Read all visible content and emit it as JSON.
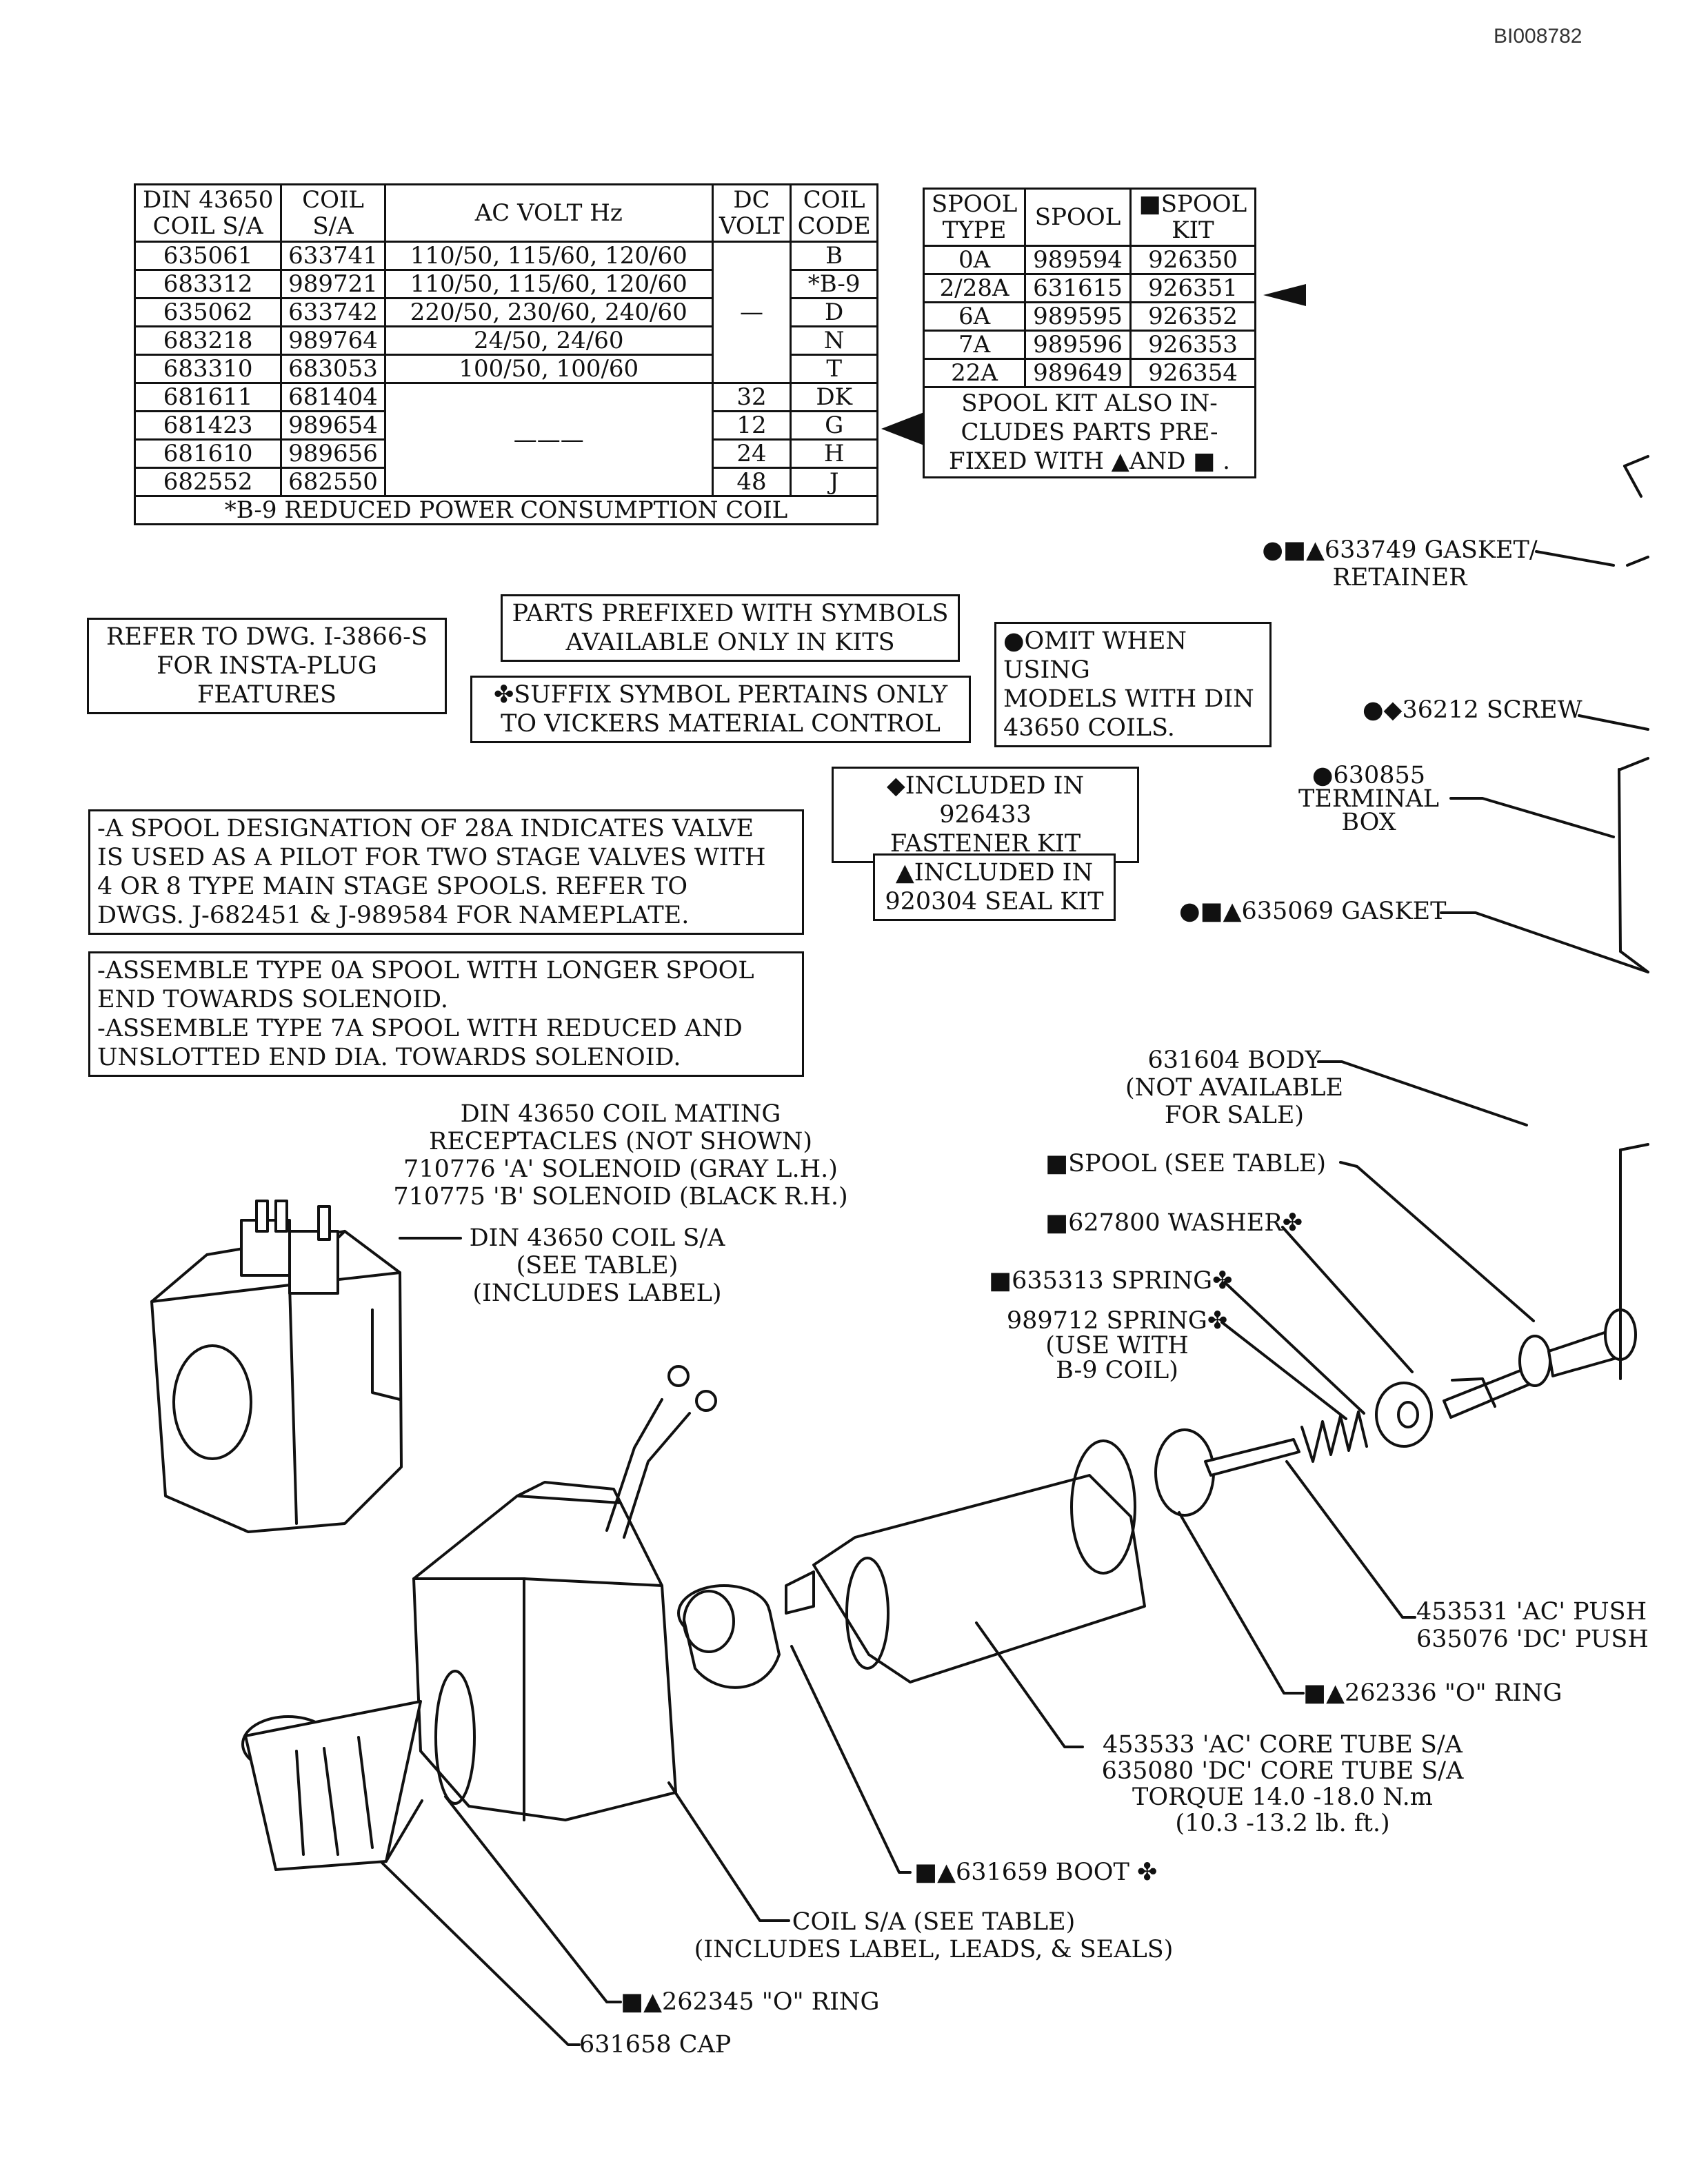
{
  "doc_id": "BI008782",
  "coil_table": {
    "headers": [
      "DIN 43650\nCOIL S/A",
      "COIL\nS/A",
      "AC VOLT Hz",
      "DC\nVOLT",
      "COIL\nCODE"
    ],
    "rows": [
      [
        "635061",
        "633741",
        "110/50, 115/60, 120/60",
        "",
        "B"
      ],
      [
        "683312",
        "989721",
        "110/50, 115/60, 120/60",
        "",
        "*B-9"
      ],
      [
        "635062",
        "633742",
        "220/50, 230/60, 240/60",
        "—",
        "D"
      ],
      [
        "683218",
        "989764",
        "24/50, 24/60",
        "",
        "N"
      ],
      [
        "683310",
        "683053",
        "100/50, 100/60",
        "",
        "T"
      ],
      [
        "681611",
        "681404",
        "",
        "32",
        "DK"
      ],
      [
        "681423",
        "989654",
        "———",
        "12",
        "G"
      ],
      [
        "681610",
        "989656",
        "",
        "24",
        "H"
      ],
      [
        "682552",
        "682550",
        "",
        "48",
        "J"
      ]
    ],
    "footnote": "*B-9 REDUCED POWER CONSUMPTION COIL"
  },
  "spool_table": {
    "headers": [
      "SPOOL\nTYPE",
      "SPOOL",
      "■SPOOL\nKIT"
    ],
    "rows": [
      [
        "0A",
        "989594",
        "926350"
      ],
      [
        "2/28A",
        "631615",
        "926351"
      ],
      [
        "6A",
        "989595",
        "926352"
      ],
      [
        "7A",
        "989596",
        "926353"
      ],
      [
        "22A",
        "989649",
        "926354"
      ]
    ],
    "note": "SPOOL KIT ALSO IN-\nCLUDES PARTS PRE-\nFIXED WITH ▲AND ■ ."
  },
  "notes": {
    "insta_plug": "REFER TO DWG. I-3866-S\nFOR INSTA-PLUG\nFEATURES",
    "kits_only": "PARTS PREFIXED WITH SYMBOLS\nAVAILABLE ONLY IN KITS",
    "suffix": "✤SUFFIX SYMBOL PERTAINS ONLY\nTO VICKERS MATERIAL CONTROL",
    "omit": "●OMIT WHEN USING\nMODELS WITH DIN\n43650 COILS.",
    "fastener_kit": "◆INCLUDED IN 926433\nFASTENER KIT",
    "seal_kit": "▲INCLUDED IN\n920304 SEAL KIT",
    "spool_28a": "-A SPOOL DESIGNATION OF 28A INDICATES VALVE\nIS USED AS A PILOT FOR TWO STAGE VALVES WITH\n4 OR 8 TYPE MAIN STAGE SPOOLS.  REFER TO\nDWGS. J-682451 & J-989584 FOR NAMEPLATE.",
    "assembly": "-ASSEMBLE TYPE 0A SPOOL WITH LONGER SPOOL\nEND TOWARDS SOLENOID.\n-ASSEMBLE TYPE 7A SPOOL WITH REDUCED AND\nUNSLOTTED END DIA. TOWARDS SOLENOID."
  },
  "labels": {
    "gasket_retainer": "●■▲633749 GASKET/\nRETAINER",
    "screw": "●◆36212 SCREW",
    "terminal_box": "●630855\nTERMINAL\nBOX",
    "gasket": "●■▲635069 GASKET",
    "body": "631604 BODY\n(NOT AVAILABLE\nFOR SALE)",
    "spool": "■SPOOL (SEE TABLE)",
    "washer": "■627800 WASHER✤",
    "spring1": "■635313 SPRING✤",
    "spring2": "989712 SPRING✤\n(USE WITH\nB-9 COIL)",
    "mating": "DIN 43650 COIL MATING\nRECEPTACLES (NOT SHOWN)\n710776 'A' SOLENOID (GRAY L.H.)\n710775 'B' SOLENOID (BLACK R.H.)",
    "din_coil": "DIN 43650 COIL S/A\n(SEE TABLE)\n(INCLUDES LABEL)",
    "push": "453531 'AC' PUSH\n635076 'DC' PUSH",
    "o_ring1": "■▲262336 \"O\" RING",
    "core_tube": "453533 'AC' CORE TUBE S/A\n635080 'DC' CORE TUBE S/A\nTORQUE 14.0 -18.0 N.m\n(10.3 -13.2 lb. ft.)",
    "boot": "■▲631659 BOOT ✤",
    "coil_sa": "COIL S/A (SEE TABLE)\n(INCLUDES LABEL, LEADS, & SEALS)",
    "o_ring2": "■▲262345 \"O\" RING",
    "cap": "631658 CAP"
  }
}
